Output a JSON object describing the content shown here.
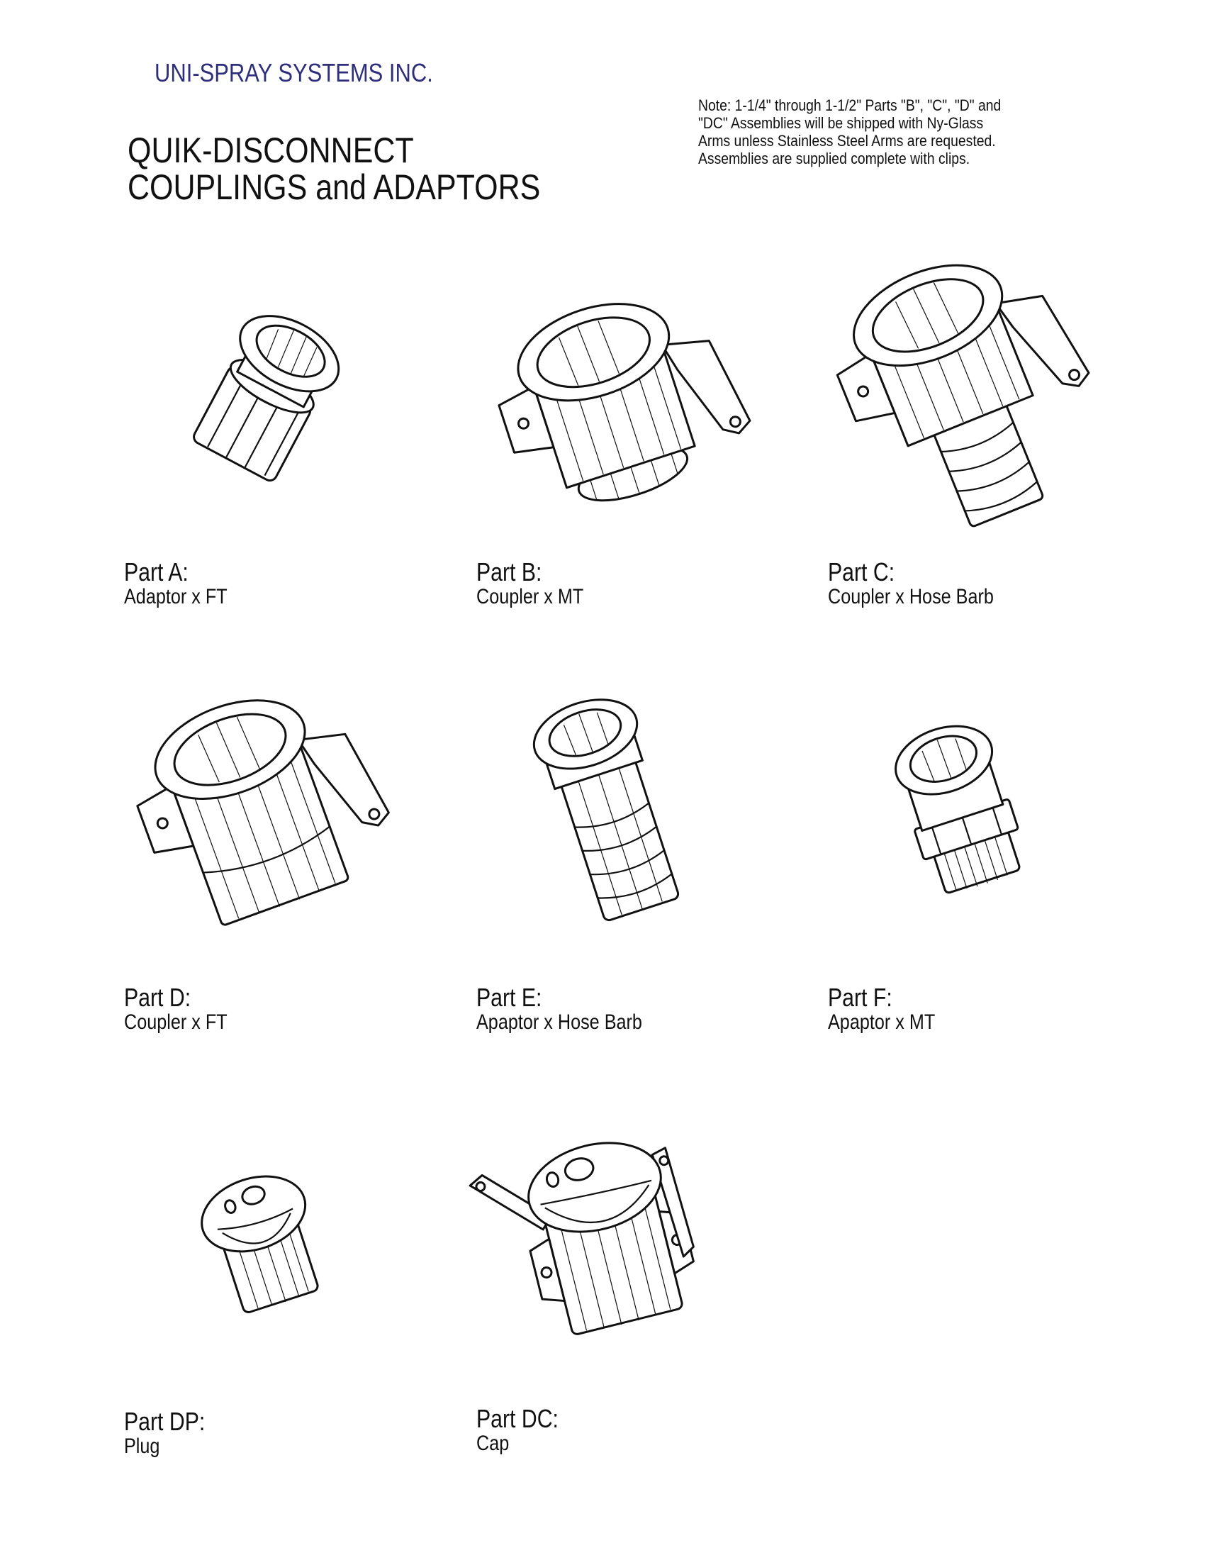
{
  "header": {
    "company": "UNI-SPRAY SYSTEMS INC.",
    "title_line1": "QUIK-DISCONNECT",
    "title_line2": "COUPLINGS and ADAPTORS",
    "company_color": "#2e2e7a"
  },
  "note": {
    "lines": [
      "Note: 1-1/4\" through 1-1/2\" Parts \"B\", \"C\", \"D\" and",
      "\"DC\" Assemblies will be shipped with Ny-Glass",
      "Arms unless Stainless Steel Arms are requested.",
      "Assemblies are supplied complete with clips."
    ]
  },
  "parts": [
    {
      "name": "Part A:",
      "description": "Adaptor x FT",
      "illustration": "adaptor-female-thread"
    },
    {
      "name": "Part B:",
      "description": "Coupler x MT",
      "illustration": "coupler-male-thread"
    },
    {
      "name": "Part C:",
      "description": "Coupler x Hose Barb",
      "illustration": "coupler-hose-barb"
    },
    {
      "name": "Part D:",
      "description": "Coupler x FT",
      "illustration": "coupler-female-thread"
    },
    {
      "name": "Part E:",
      "description": "Apaptor x Hose Barb",
      "illustration": "adaptor-hose-barb"
    },
    {
      "name": "Part F:",
      "description": "Apaptor x MT",
      "illustration": "adaptor-male-thread"
    },
    {
      "name": "Part DP:",
      "description": "Plug",
      "illustration": "dust-plug"
    },
    {
      "name": "Part DC:",
      "description": "Cap",
      "illustration": "dust-cap"
    }
  ]
}
